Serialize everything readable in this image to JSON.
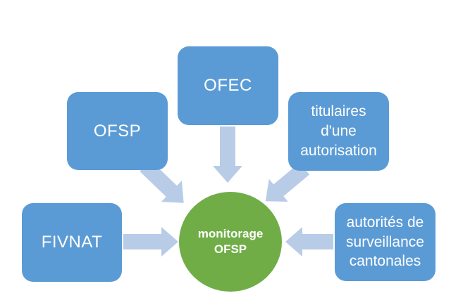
{
  "diagram": {
    "type": "hub-and-spoke",
    "nodes": {
      "ofsp": {
        "label": "OFSP"
      },
      "ofec": {
        "label": "OFEC"
      },
      "titulaires": {
        "label": "titulaires\nd'une\nautorisation"
      },
      "fivnat": {
        "label": "FIVNAT"
      },
      "autorites": {
        "label": "autorités de\nsurveillance\ncantonales"
      },
      "center": {
        "label": "monitorage\nOFSP"
      }
    },
    "edges": [
      {
        "from": "OFSP",
        "to": "monitorage OFSP"
      },
      {
        "from": "OFEC",
        "to": "monitorage OFSP"
      },
      {
        "from": "titulaires d'une autorisation",
        "to": "monitorage OFSP"
      },
      {
        "from": "FIVNAT",
        "to": "monitorage OFSP"
      },
      {
        "from": "autorités de surveillance cantonales",
        "to": "monitorage OFSP"
      }
    ]
  },
  "colors": {
    "box_fill": "#5b9bd5",
    "arrow_fill": "#b8cce8",
    "center_fill": "#70ad47",
    "label_text": "#ffffff",
    "background": "#ffffff"
  }
}
